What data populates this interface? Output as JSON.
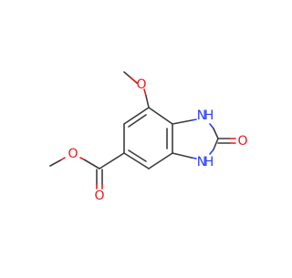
{
  "molecule": {
    "atom_labels": {
      "methoxy_o": "O",
      "nh_top": "H",
      "n_top": "N",
      "carbonyl_o_ring": "O",
      "n_bottom": "N",
      "nh_bottom": "H",
      "ester_o_single": "O",
      "ester_o_double": "O"
    },
    "colors": {
      "bond": "#3c3c3c",
      "oxygen": "#e8191b",
      "nitrogen": "#2a3cff",
      "background": "#ffffff"
    }
  }
}
